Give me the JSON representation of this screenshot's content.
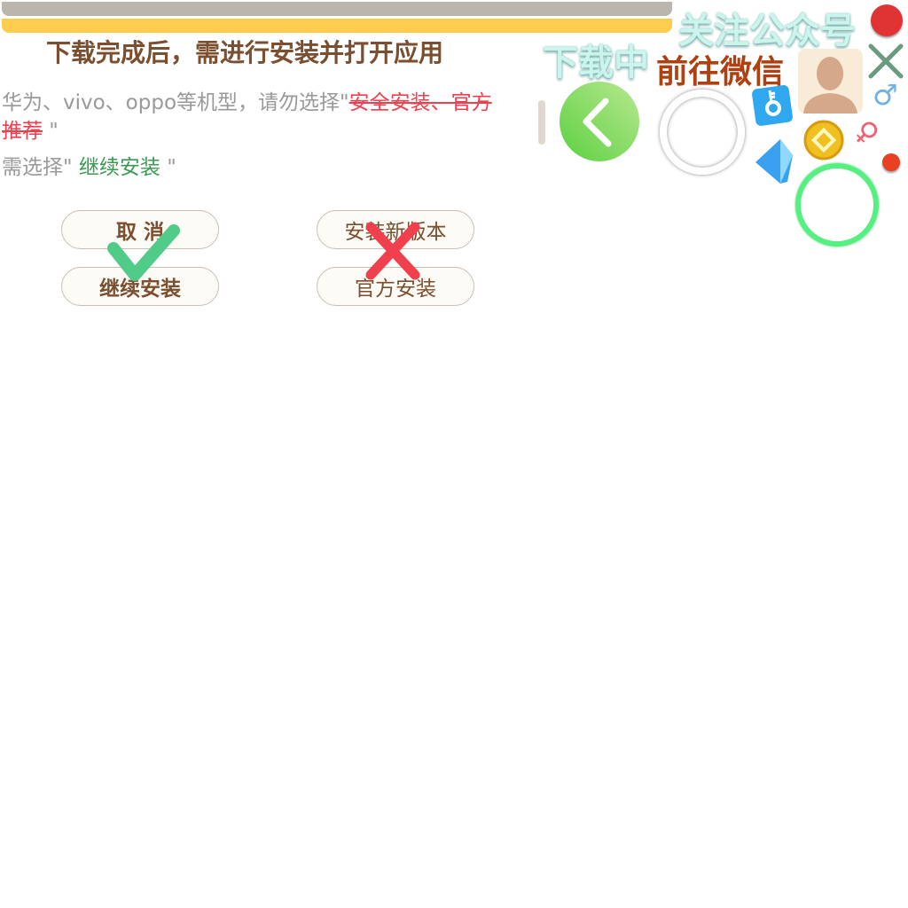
{
  "dialog": {
    "title": "下载完成后，需进行安装并打开应用",
    "warning_prefix": "华为、vivo、oppo等机型，请勿选择\"",
    "warning_bad": "安全安装、官方",
    "warning_bad2": "推荐",
    "warning_suffix": " \"",
    "hint_prefix": "需选择\" ",
    "hint_good": "继续安装",
    "hint_suffix": " \"",
    "buttons": {
      "cancel": "取 消",
      "install_new": "安装新版本",
      "continue": "继续安装",
      "official": "官方安装"
    }
  },
  "labels": {
    "downloading": "下载中",
    "follow": "关注公众号",
    "go_wechat": "前往微信"
  },
  "colors": {
    "accent": "#ffcd4e",
    "title": "#7a4e2e",
    "bad": "#f0404e",
    "good": "#3a9a52"
  }
}
